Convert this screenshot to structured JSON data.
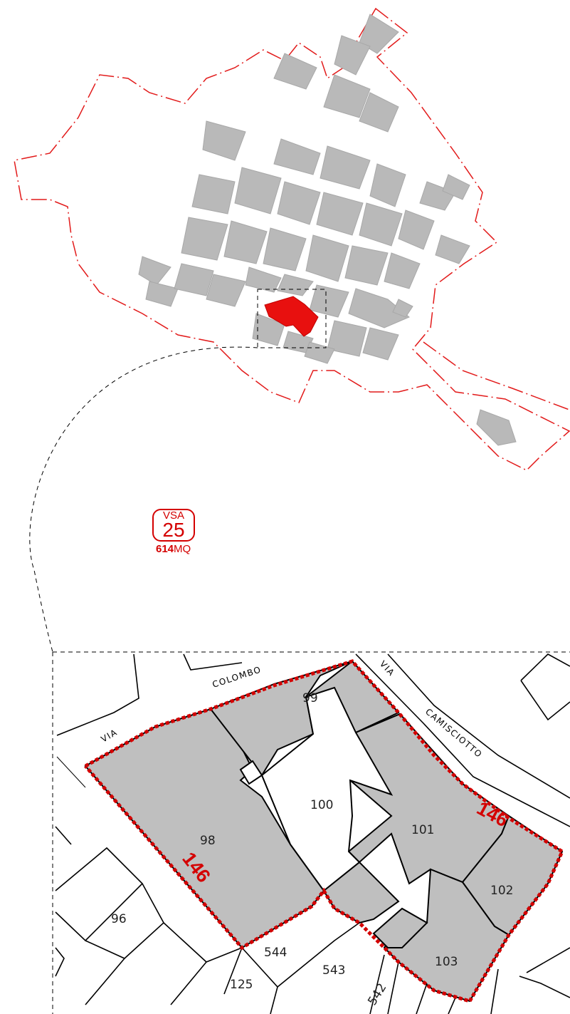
{
  "overview_map": {
    "highlight_color": "#e8100f",
    "building_color": "#b9b9b9",
    "boundary_color": "#e21a1a"
  },
  "detail_map": {
    "streets": {
      "via_left": "VIA",
      "colombo": "COLOMBO",
      "via_right": "VIA",
      "camisciotto": "CAMISCIOTTO"
    },
    "zone": {
      "code": "VSA",
      "number": "25",
      "area_value": "614",
      "area_unit": "MQ",
      "color": "#d40000"
    },
    "edge_labels": [
      "146",
      "146"
    ],
    "parcels": [
      "99",
      "98",
      "100",
      "101",
      "102",
      "103",
      "96",
      "544",
      "543",
      "125",
      "542"
    ]
  }
}
